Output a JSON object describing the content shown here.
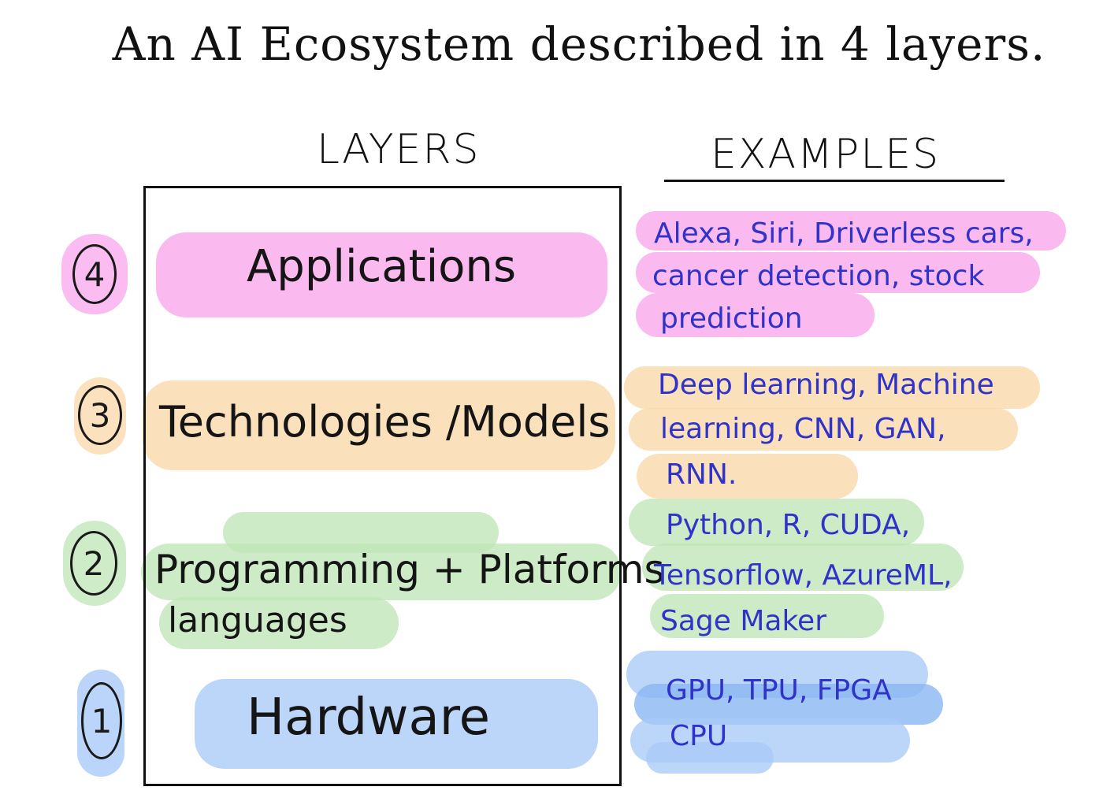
{
  "title": "An AI Ecosystem described in 4 layers.",
  "columns": {
    "layers": "LAYERS",
    "examples": "EXAMPLES"
  },
  "layers": [
    {
      "number": "4",
      "name": "Applications",
      "examples": [
        "Alexa, Siri, Driverless cars,",
        "cancer detection, stock",
        "prediction"
      ],
      "color": "#f8a6ec"
    },
    {
      "number": "3",
      "name": "Technologies /Models",
      "examples": [
        "Deep learning, Machine",
        "learning, CNN, GAN,",
        "RNN."
      ],
      "color": "#f9d7a8"
    },
    {
      "number": "2",
      "name_line1": "Programming + Platforms",
      "name_line2": "languages",
      "examples": [
        "Python, R, CUDA,",
        "Tensorflow, AzureML,",
        "Sage Maker"
      ],
      "color": "#bfe5b6"
    },
    {
      "number": "1",
      "name": "Hardware",
      "examples": [
        "GPU, TPU, FPGA",
        "CPU"
      ],
      "color": "#a9cbf7"
    }
  ],
  "colors": {
    "ink": "#111111",
    "example_ink": "#2f33c9"
  }
}
